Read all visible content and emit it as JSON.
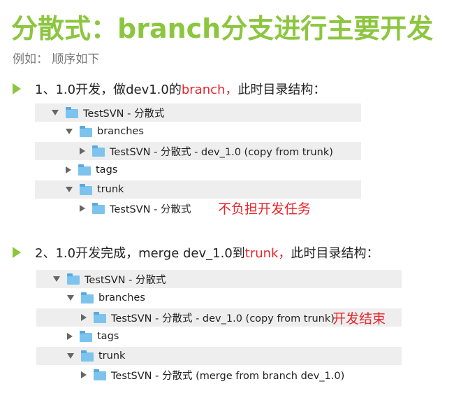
{
  "title": "分散式：branch分支进行主要开发",
  "subtitle": "例如： 顺序如下",
  "step1": {
    "prefix": "1、1.0开发，做dev1.0的",
    "highlight": "branch，",
    "suffix": "此时目录结构："
  },
  "tree1": [
    {
      "label": "TestSVN - 分散式"
    },
    {
      "label": "branches"
    },
    {
      "label": "TestSVN - 分散式 - dev_1.0 (copy from trunk)"
    },
    {
      "label": "tags"
    },
    {
      "label": "trunk"
    },
    {
      "label": "TestSVN - 分散式"
    }
  ],
  "note1": "不负担开发任务",
  "step2": {
    "prefix": "2、1.0开发完成，merge dev_1.0到",
    "highlight": "trunk，",
    "suffix": "此时目录结构："
  },
  "tree2": [
    {
      "label": "TestSVN - 分散式"
    },
    {
      "label": "branches"
    },
    {
      "label": "TestSVN - 分散式 - dev_1.0 (copy from trunk)"
    },
    {
      "label": "tags"
    },
    {
      "label": "trunk"
    },
    {
      "label": "TestSVN - 分散式 (merge from branch dev_1.0)"
    }
  ],
  "note2": "开发结束"
}
